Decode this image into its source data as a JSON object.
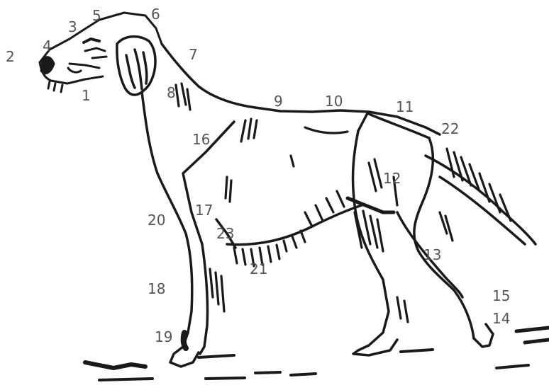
{
  "diagram": {
    "labels": {
      "l1": "1",
      "l2": "2",
      "l3": "3",
      "l4": "4",
      "l5": "5",
      "l6": "6",
      "l7": "7",
      "l8": "8",
      "l9": "9",
      "l10": "10",
      "l11": "11",
      "l12": "12",
      "l13": "13",
      "l14": "14",
      "l15": "15",
      "l16": "16",
      "l17": "17",
      "l18": "18",
      "l19": "19",
      "l20": "20",
      "l21": "21",
      "l22": "22",
      "l23": "23"
    }
  }
}
